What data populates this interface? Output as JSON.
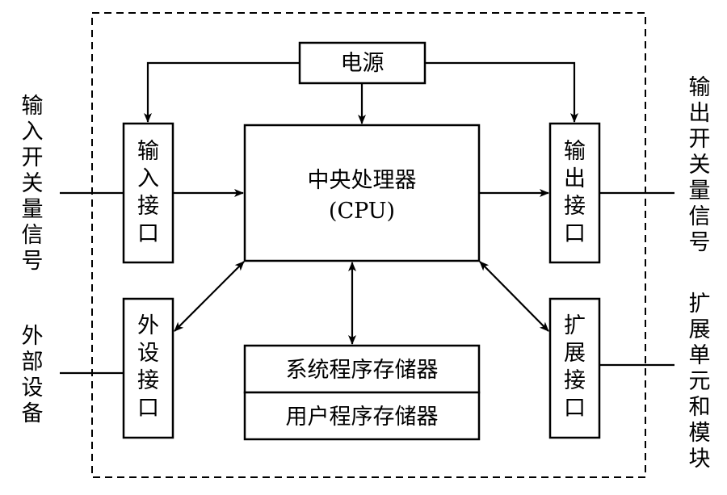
{
  "diagram": {
    "power": "电源",
    "cpu_line1": "中央处理器",
    "cpu_line2": "(CPU)",
    "input_interface": "输入接口",
    "output_interface": "输出接口",
    "peripheral_interface": "外设接口",
    "expansion_interface": "扩展接口",
    "system_memory": "系统程序存储器",
    "user_memory": "用户程序存储器",
    "input_signal": "输入开关量信号",
    "output_signal": "输出开关量信号",
    "external_device": "外部设备",
    "expansion_module": "扩展单元和模块"
  }
}
